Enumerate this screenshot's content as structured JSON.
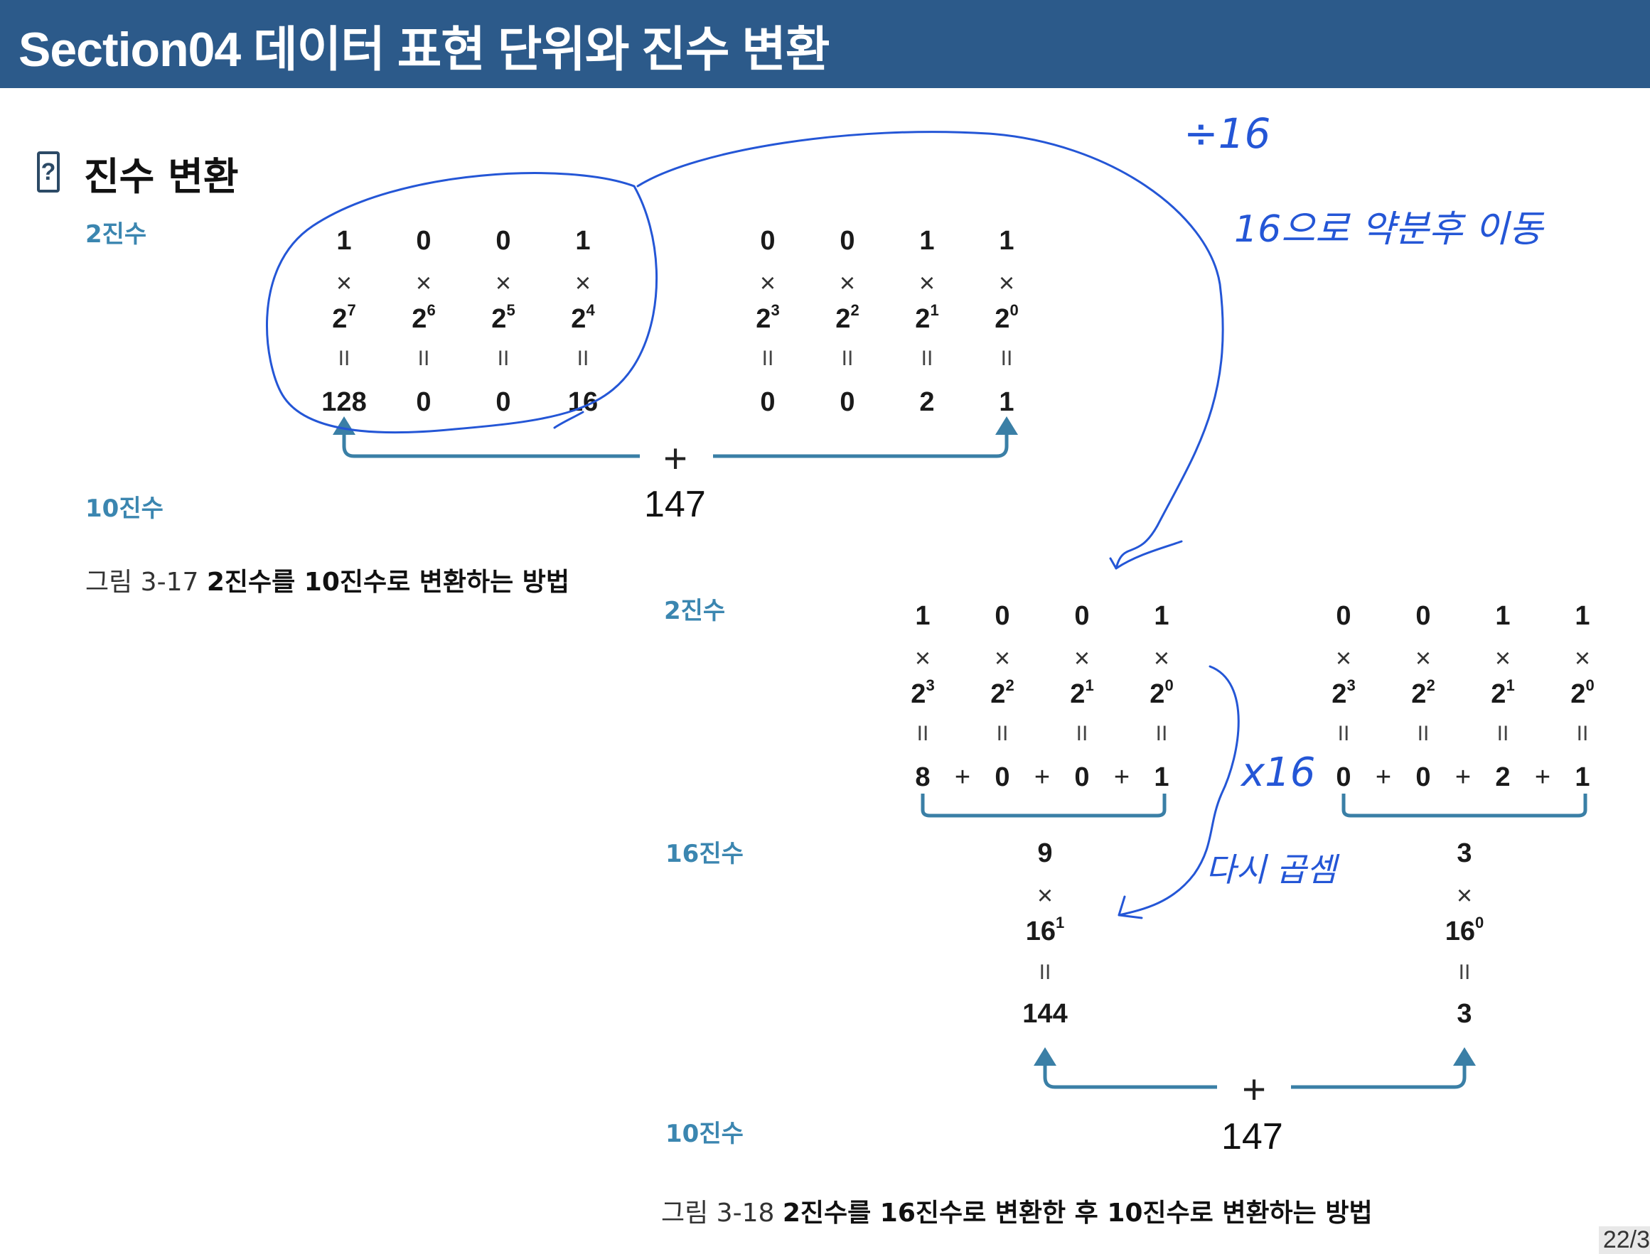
{
  "header": {
    "title": "Section04 데이터 표현 단위와 진수 변환"
  },
  "section": {
    "icon": "question-icon",
    "icon_glyph": "?",
    "title": "진수 변환"
  },
  "fig17": {
    "label_binary": "2진수",
    "label_decimal": "10진수",
    "bits": [
      "1",
      "0",
      "0",
      "1",
      "0",
      "0",
      "1",
      "1"
    ],
    "times": "×",
    "base": "2",
    "exponents": [
      "7",
      "6",
      "5",
      "4",
      "3",
      "2",
      "1",
      "0"
    ],
    "equals": "II",
    "products": [
      "128",
      "0",
      "0",
      "16",
      "0",
      "0",
      "2",
      "1"
    ],
    "plus": "+",
    "result": "147",
    "caption_prefix": "그림 3-17",
    "caption_text": "2진수를 10진수로 변환하는 방법"
  },
  "fig18": {
    "label_binary": "2진수",
    "label_hex": "16진수",
    "label_decimal": "10진수",
    "groups": [
      {
        "bits": [
          "1",
          "0",
          "0",
          "1"
        ],
        "exponents": [
          "3",
          "2",
          "1",
          "0"
        ],
        "products": [
          "8",
          "0",
          "0",
          "1"
        ],
        "hex_digit": "9",
        "hex_base": "16",
        "hex_exponent": "1",
        "hex_value": "144"
      },
      {
        "bits": [
          "0",
          "0",
          "1",
          "1"
        ],
        "exponents": [
          "3",
          "2",
          "1",
          "0"
        ],
        "products": [
          "0",
          "0",
          "2",
          "1"
        ],
        "hex_digit": "3",
        "hex_base": "16",
        "hex_exponent": "0",
        "hex_value": "3"
      }
    ],
    "times": "×",
    "equals": "II",
    "plus": "+",
    "result": "147",
    "caption_prefix": "그림 3-18",
    "caption_text": "2진수를 16진수로 변환한 후 10진수로 변환하는 방법"
  },
  "annotations": {
    "divide": "÷16",
    "note1": "16으로 약분후 이동",
    "note2": "x16",
    "note3": "다시 곱셈"
  },
  "page": {
    "number": "22/3"
  },
  "colors": {
    "header_bg": "#2c5a8a",
    "label": "#3b86b0",
    "arrow": "#3a7fa6",
    "ink": "#2456d6"
  }
}
